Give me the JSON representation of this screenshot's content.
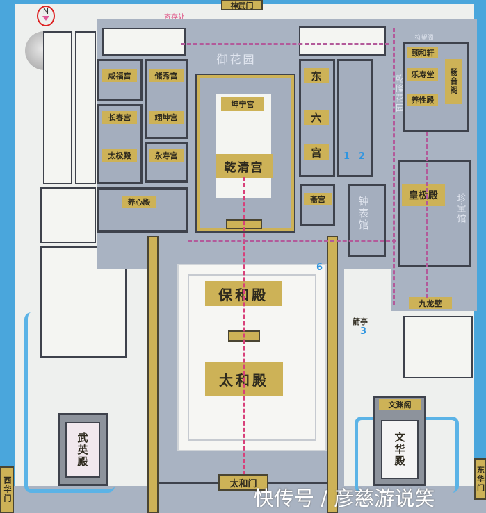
{
  "map": {
    "compass": {
      "label": "N",
      "icon": "north-arrow-icon"
    },
    "gates": {
      "north": "神武门",
      "west": "西华门",
      "east": "东华门",
      "taihe": "太和门"
    },
    "service": "寄存处",
    "west_palaces": [
      "咸福宫",
      "储秀宫",
      "长春宫",
      "翊坤宫",
      "太极殿",
      "永寿宫",
      "养心殿"
    ],
    "center": {
      "kunning": "坤宁宫",
      "qianqing": "乾清宫",
      "garden": "御花园",
      "baohe": "保和殿",
      "taihe": "太和殿"
    },
    "east_six": [
      "东",
      "六",
      "宫"
    ],
    "zhai": "斋宫",
    "clock": "钟表馆",
    "qianlong_garden": "乾隆花园",
    "east_block": {
      "yihe": "颐和轩",
      "leshou": "乐寿堂",
      "yangxing": "养性殿",
      "changyin": "畅音阁",
      "huangji": "皇极殿",
      "treasure": "珍宝馆",
      "jiulong": "九龙壁",
      "fuwang": "符望阁"
    },
    "jianting": "箭亭",
    "wuying": "武英殿",
    "wenhua": "文华殿",
    "wenyuan": "文渊阁",
    "numbers": [
      "1",
      "2",
      "3",
      "6"
    ],
    "colors": {
      "water": "#5bb3e6",
      "building": "#cdb257",
      "courtyard": "#a9b3c2",
      "route": "#b35a9a",
      "axis": "#d8407a"
    }
  },
  "watermark": "快传号 / 彦慈游说笑"
}
